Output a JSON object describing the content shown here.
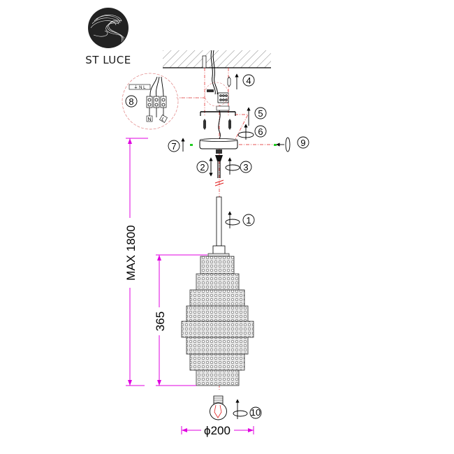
{
  "brand": {
    "name": "ST LUCE"
  },
  "wiring": {
    "terminal_label": "⏚ N L",
    "neutral_label": "N",
    "live_label": "L"
  },
  "steps": [
    "1",
    "2",
    "3",
    "4",
    "5",
    "6",
    "7",
    "8",
    "9",
    "10"
  ],
  "dimensions": {
    "max_height": "MAX 1800",
    "shade_height": "365",
    "diameter": "ϕ200"
  },
  "colors": {
    "dimension": "#e000e0",
    "centerline": "#e02020",
    "screw_marker": "#22cc22",
    "line": "#000000"
  }
}
